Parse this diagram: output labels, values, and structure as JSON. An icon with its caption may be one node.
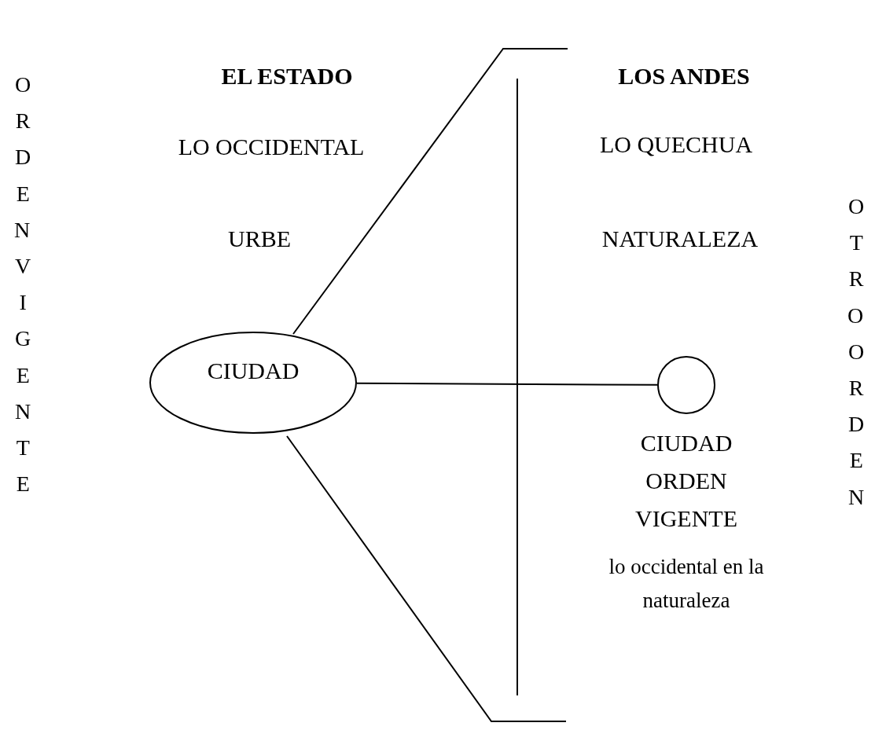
{
  "diagram": {
    "nodes": [
      {
        "text": [
          "CIUDAD"
        ]
      },
      {
        "text": [],
        "shape": "circle",
        "beside": [
          "CIUDAD ORDEN VIGENTE",
          "lo occidental en la naturaleza"
        ]
      }
    ],
    "edges": [
      {
        "from": 0,
        "to": 1,
        "arrow": "none"
      }
    ],
    "labels": [
      "ORDEN VIGENTE",
      "EL ESTADO",
      "LOS ANDES",
      "LO OCCIDENTAL",
      "LO QUECHUA",
      "OTRO ORDEN",
      "URBE",
      "NATURALEZA"
    ]
  }
}
